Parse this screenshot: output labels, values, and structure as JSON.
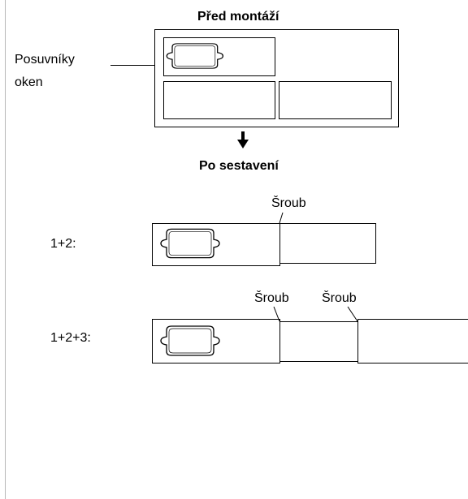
{
  "before": {
    "title": "Před montáží",
    "label_line1": "Posuvníky",
    "label_line2": "oken"
  },
  "after": {
    "title": "Po sestavení"
  },
  "assembly_1_2": {
    "label": "1+2:",
    "screw_label": "Šroub"
  },
  "assembly_1_2_3": {
    "label": "1+2+3:",
    "screw_label_1": "Šroub",
    "screw_label_2": "Šroub"
  },
  "icons": {
    "handle": "window-slider-handle-icon",
    "arrow": "arrow-down-icon"
  },
  "colors": {
    "line": "#000000",
    "margin_rule": "#b8b8b8"
  }
}
